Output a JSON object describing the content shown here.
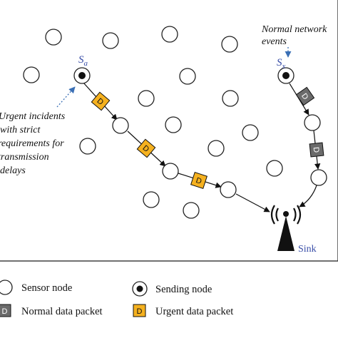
{
  "annotations": {
    "normal_events": [
      "Normal network",
      "events"
    ],
    "urgent_incidents": [
      "Urgent incidents",
      "with strict",
      "requirements for",
      "transmission",
      "delays"
    ]
  },
  "labels": {
    "source_a_base": "S",
    "source_a_sub": "a",
    "source_x_base": "S",
    "source_x_sub": "x",
    "sink": "Sink",
    "packet_letter": "D"
  },
  "legend": {
    "sensor_node": "Sensor node",
    "sending_node": "Sending node",
    "normal_packet": "Normal data packet",
    "urgent_packet": "Urgent data packet"
  },
  "colors": {
    "urgent_packet_fill": "#f5b11f",
    "normal_packet_fill": "#6b6b6b",
    "label_blue": "#3a4fa8",
    "dashed_arrow": "#3a6fb5"
  }
}
